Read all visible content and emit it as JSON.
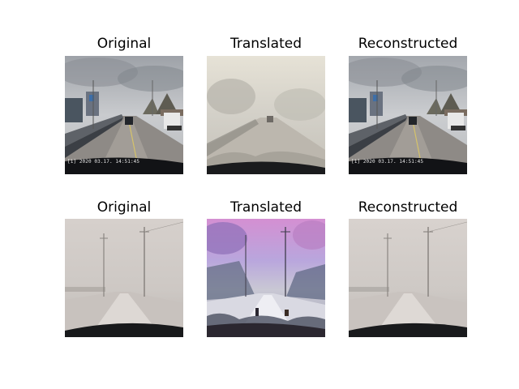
{
  "rows": [
    {
      "titles": [
        "Original",
        "Translated",
        "Reconstructed"
      ],
      "images": [
        {
          "scene": "clear-highway-dashcam",
          "stamp": "[1] 2020 03.17. 14:51:45"
        },
        {
          "scene": "foggy-highway-translation",
          "stamp": ""
        },
        {
          "scene": "clear-highway-dashcam",
          "stamp": "[1] 2020 03.17. 14:51:45"
        }
      ]
    },
    {
      "titles": [
        "Original",
        "Translated",
        "Reconstructed"
      ],
      "images": [
        {
          "scene": "snowy-foggy-road",
          "stamp": ""
        },
        {
          "scene": "colorful-snow-road-translation",
          "stamp": ""
        },
        {
          "scene": "snowy-foggy-road",
          "stamp": ""
        }
      ]
    }
  ]
}
